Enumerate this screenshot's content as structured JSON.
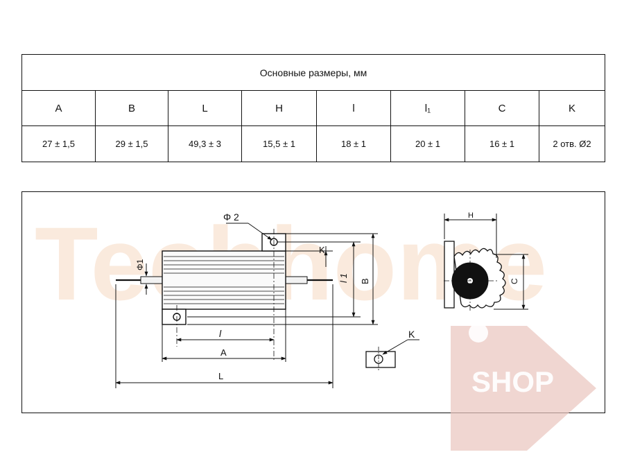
{
  "table": {
    "title": "Основные размеры,  мм",
    "headers": [
      "A",
      "B",
      "L",
      "H",
      "l",
      "l₁",
      "C",
      "K"
    ],
    "values": [
      "27 ± 1,5",
      "29 ± 1,5",
      "49,3 ± 3",
      "15,5 ± 1",
      "18 ± 1",
      "20 ± 1",
      "16 ± 1",
      "2 отв. Ø2"
    ]
  },
  "drawing": {
    "labels": {
      "phi2": "Φ 2",
      "phi1": "Φ1",
      "K": "K",
      "l1": "l 1",
      "B": "B",
      "l": "l",
      "A": "A",
      "L": "L",
      "H": "H",
      "C": "C",
      "K_detail": "K"
    }
  },
  "watermark": {
    "brand": "Techhome",
    "shop": "SHOP"
  }
}
